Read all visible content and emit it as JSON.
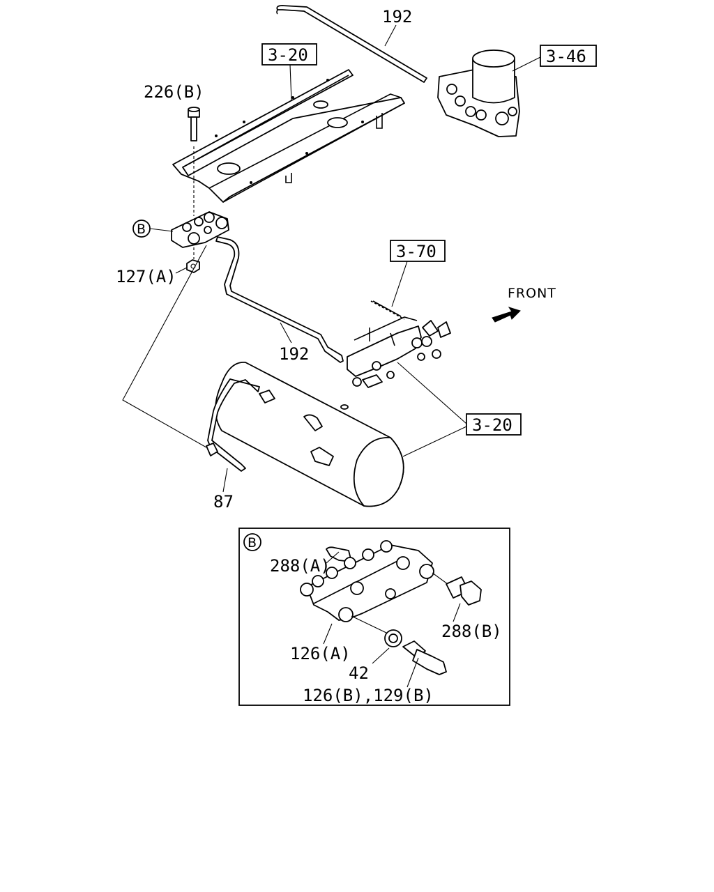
{
  "labels": {
    "pipe_top": "192",
    "frame_top": "3-20",
    "dryer_ref": "3-46",
    "bolt": "226(B)",
    "detail_marker": "B",
    "nut": "127(A)",
    "valve_ref": "3-70",
    "front": "FRONT",
    "pipe_mid": "192",
    "frame_bottom": "3-20",
    "tank_pipe": "87"
  },
  "detail": {
    "marker": "B",
    "bolt_a": "288(A)",
    "bolt_b": "288(B)",
    "block": "126(A)",
    "washer": "42",
    "fittings": "126(B),129(B)"
  }
}
